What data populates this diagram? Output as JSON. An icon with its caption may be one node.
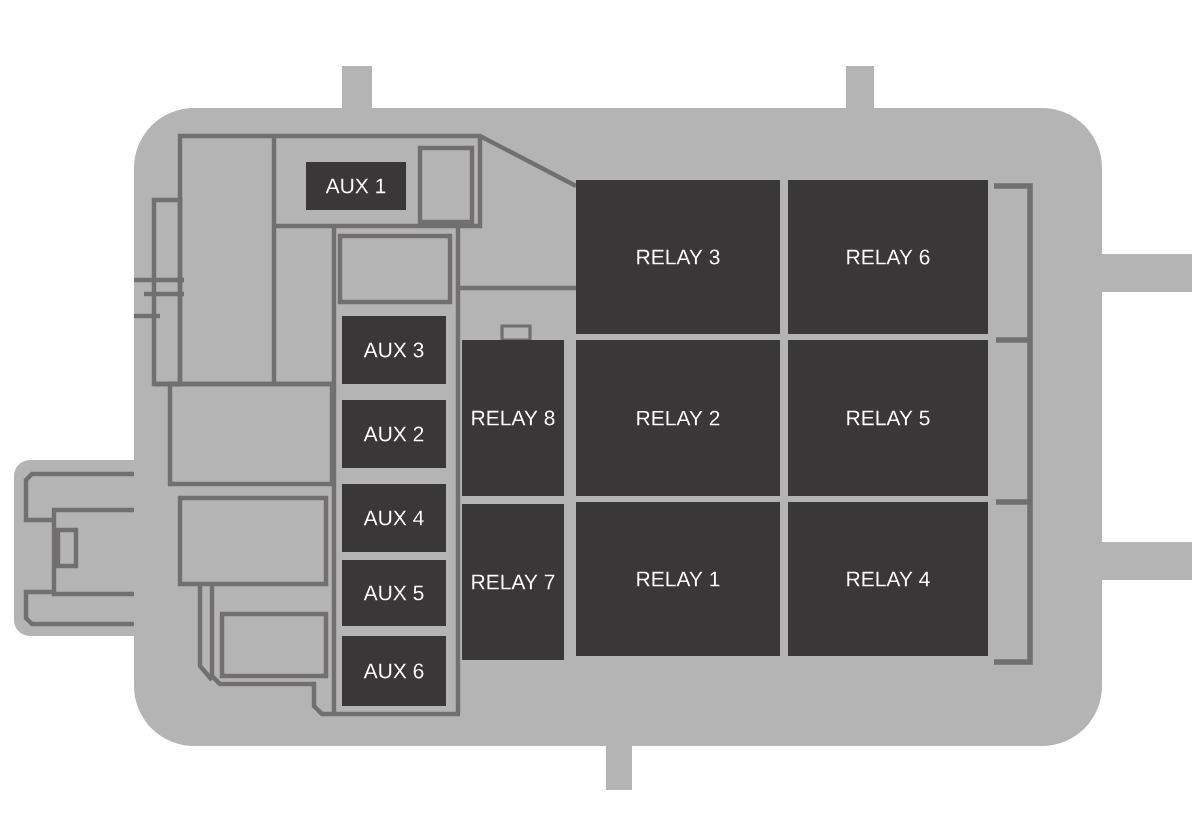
{
  "diagram": {
    "nodes": [
      {
        "text": [
          "AUX 1"
        ]
      },
      {
        "text": [
          "AUX 3"
        ]
      },
      {
        "text": [
          "AUX 2"
        ]
      },
      {
        "text": [
          "AUX 4"
        ]
      },
      {
        "text": [
          "AUX 5"
        ]
      },
      {
        "text": [
          "AUX 6"
        ]
      },
      {
        "text": [
          "RELAY 8"
        ]
      },
      {
        "text": [
          "RELAY 7"
        ]
      },
      {
        "text": [
          "RELAY 3"
        ]
      },
      {
        "text": [
          "RELAY 6"
        ]
      },
      {
        "text": [
          "RELAY 2"
        ]
      },
      {
        "text": [
          "RELAY 5"
        ]
      },
      {
        "text": [
          "RELAY 1"
        ]
      },
      {
        "text": [
          "RELAY 4"
        ]
      }
    ]
  }
}
